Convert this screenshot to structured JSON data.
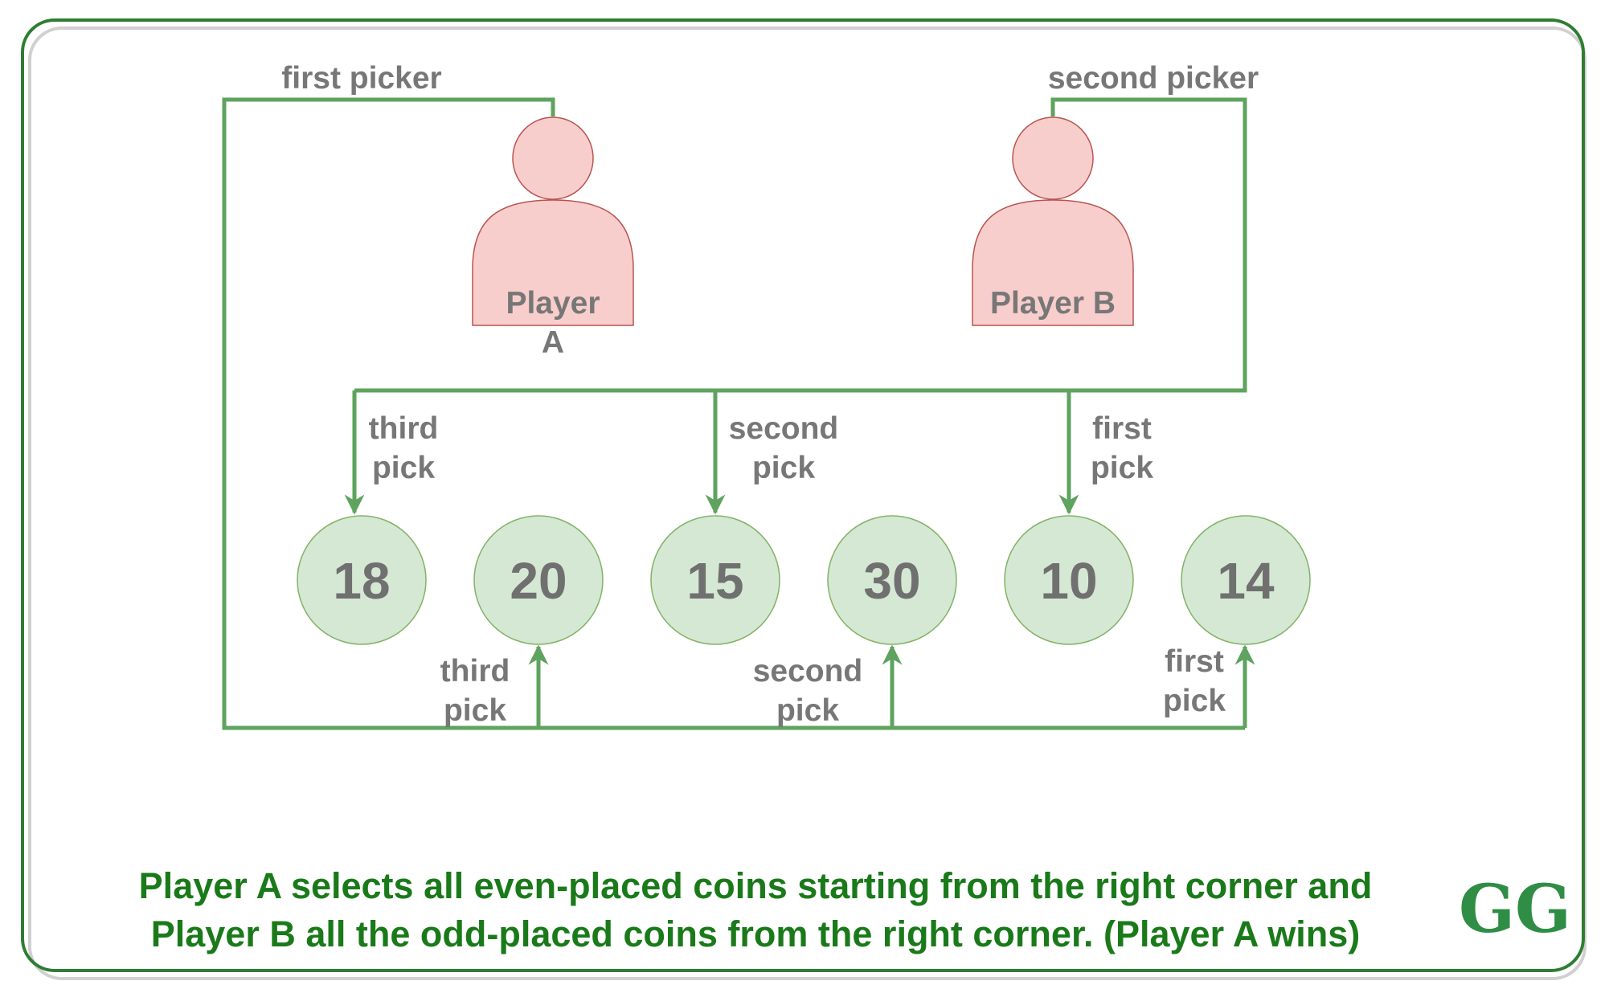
{
  "players": [
    {
      "id": "a",
      "name_line1": "Player",
      "name_line2": "A",
      "role_label": "first picker"
    },
    {
      "id": "b",
      "name_line1": "Player B",
      "name_line2": "",
      "role_label": "second picker"
    }
  ],
  "coins": [
    "18",
    "20",
    "15",
    "30",
    "10",
    "14"
  ],
  "pick_labels": {
    "b_third": [
      "third",
      "pick"
    ],
    "b_second": [
      "second",
      "pick"
    ],
    "b_first": [
      "first",
      "pick"
    ],
    "a_third": [
      "third",
      "pick"
    ],
    "a_second": [
      "second",
      "pick"
    ],
    "a_first": [
      "first",
      "pick"
    ]
  },
  "caption": {
    "line1": "Player A selects all even-placed coins starting from the right corner and",
    "line2": "Player B all the odd-placed coins from the right corner. (Player A wins)"
  },
  "logo_text": "GG",
  "colors": {
    "border": "#2e7d32",
    "connector": "#5ea35e",
    "person_fill": "#f8cecc",
    "person_stroke": "#b85450",
    "coin_fill": "#d5e8d4",
    "coin_stroke": "#82b366",
    "caption": "#1a7a1a",
    "logo": "#2f8d46"
  }
}
